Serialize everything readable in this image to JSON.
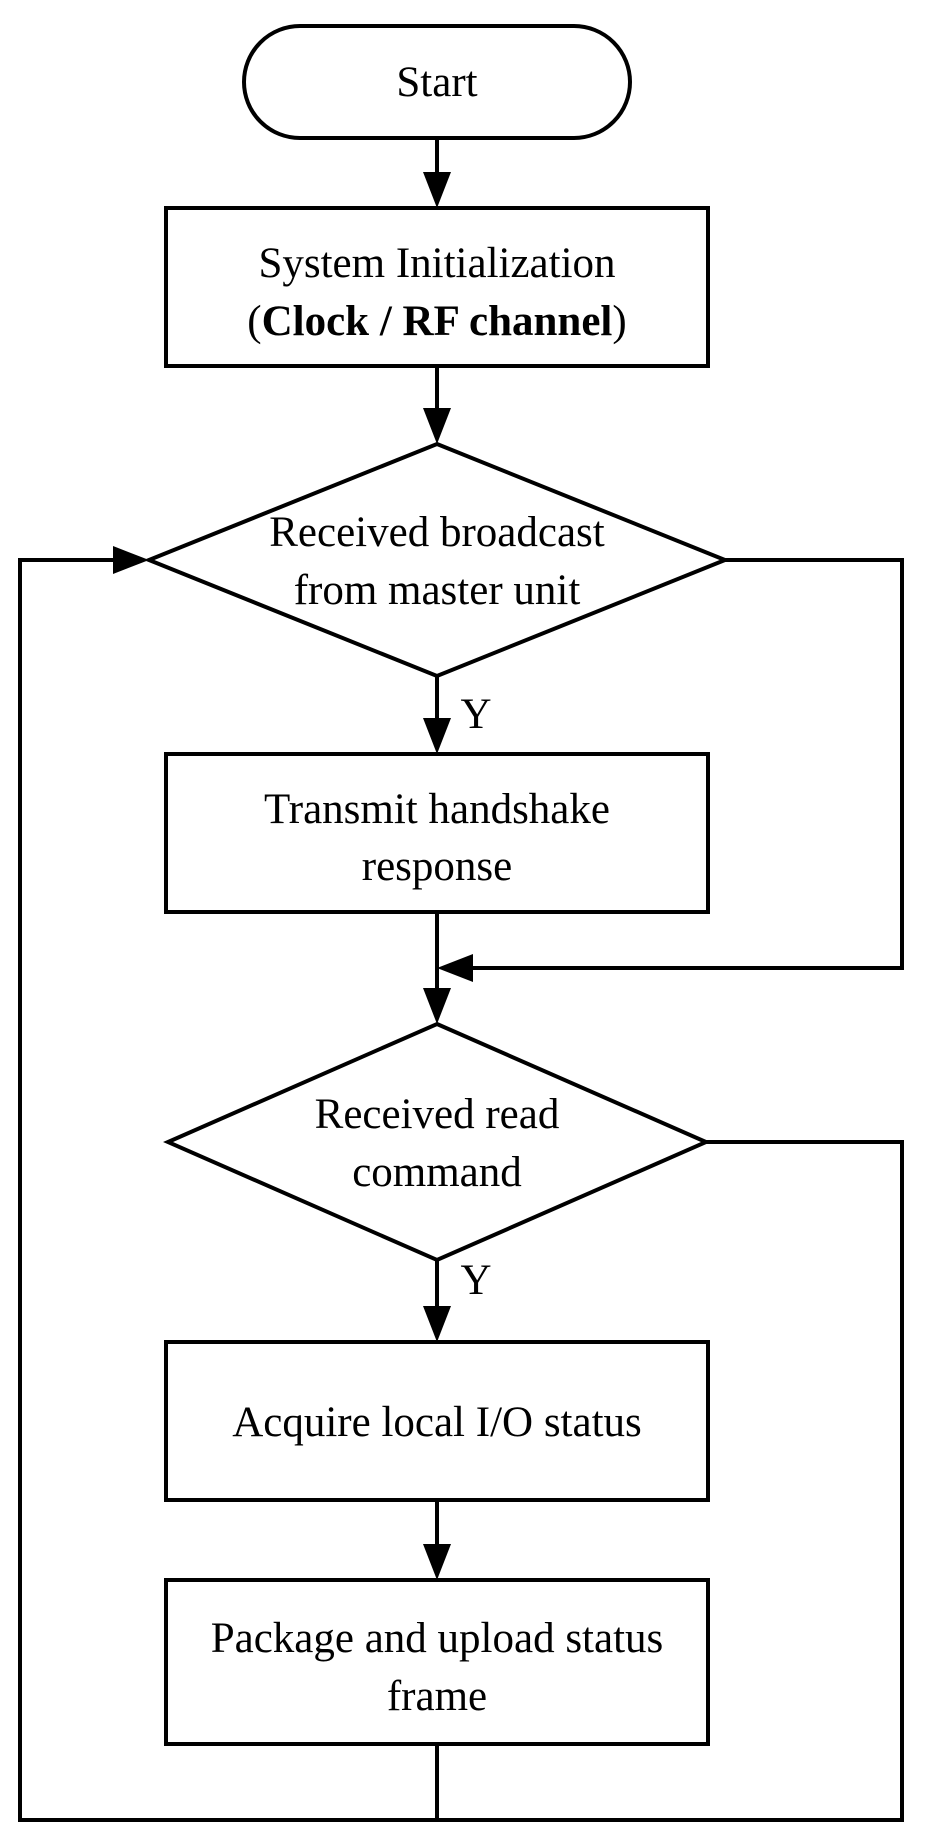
{
  "nodes": {
    "start": {
      "text": "Start"
    },
    "init": {
      "line1": "System Initialization",
      "line2_open": "(",
      "line2_bold": "Clock / RF channel",
      "line2_close": ")"
    },
    "decision_broadcast": {
      "line1": "Received broadcast",
      "line2": "from master unit"
    },
    "handshake": {
      "line1": "Transmit handshake",
      "line2": "response"
    },
    "decision_read": {
      "line1": "Received read",
      "line2": "command"
    },
    "acquire": {
      "text": "Acquire local I/O status"
    },
    "upload": {
      "line1": "Package and upload status",
      "line2": "frame"
    }
  },
  "edge_labels": {
    "yes_broadcast": "Y",
    "yes_read": "Y"
  }
}
